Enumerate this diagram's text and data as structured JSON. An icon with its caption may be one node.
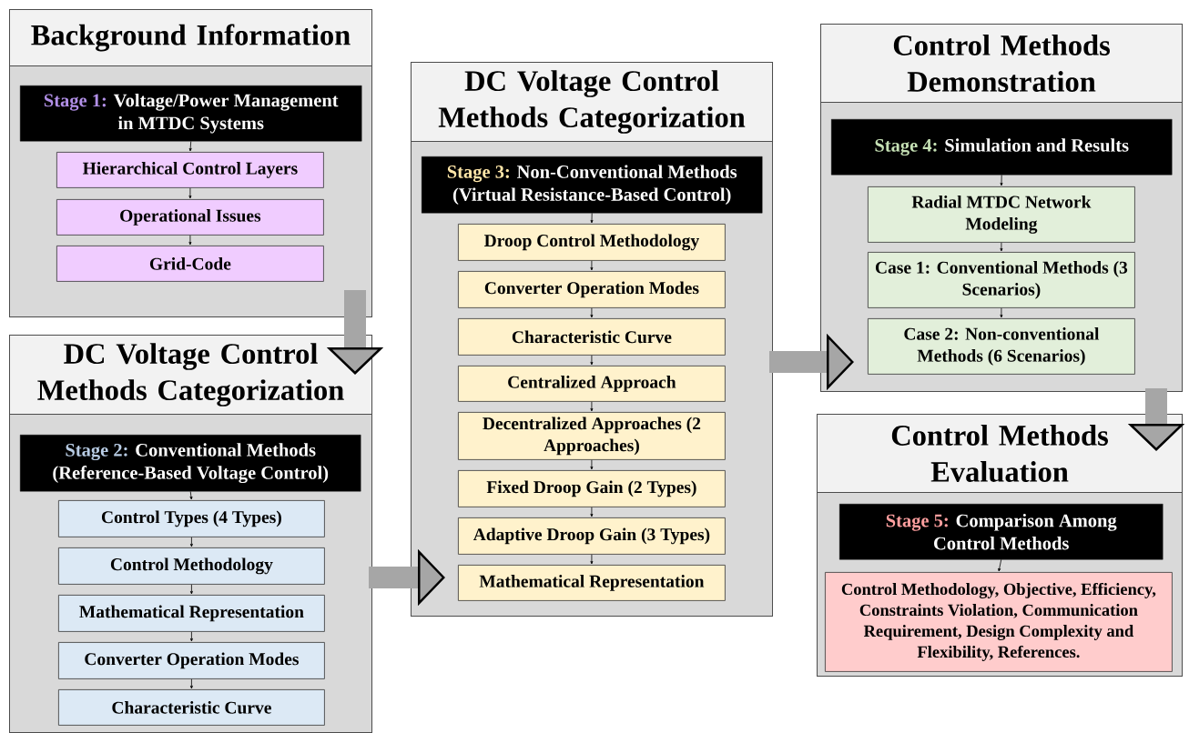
{
  "diagram": {
    "nodes": [
      {
        "text": [
          "Background Information"
        ]
      },
      {
        "text": [
          "Stage 1:",
          "Voltage/Power Management in MTDC Systems"
        ],
        "in": 0
      },
      {
        "text": [
          "Hierarchical Control Layers"
        ],
        "in": 0
      },
      {
        "text": [
          "Operational Issues"
        ],
        "in": 0
      },
      {
        "text": [
          "Grid-Code"
        ],
        "in": 0
      },
      {
        "text": [
          "DC Voltage Control Methods Categorization"
        ]
      },
      {
        "text": [
          "Stage 2:",
          "Conventional Methods (Reference-Based Voltage Control)"
        ],
        "in": 5
      },
      {
        "text": [
          "Control Types (4 Types)"
        ],
        "in": 5
      },
      {
        "text": [
          "Control Methodology"
        ],
        "in": 5
      },
      {
        "text": [
          "Mathematical Representation"
        ],
        "in": 5
      },
      {
        "text": [
          "Converter Operation Modes"
        ],
        "in": 5
      },
      {
        "text": [
          "Characteristic Curve"
        ],
        "in": 5
      },
      {
        "text": [
          "DC Voltage Control Methods Categorization"
        ]
      },
      {
        "text": [
          "Stage 3:",
          "Non-Conventional Methods (Virtual Resistance-Based Control)"
        ],
        "in": 12
      },
      {
        "text": [
          "Droop Control Methodology"
        ],
        "in": 12
      },
      {
        "text": [
          "Converter Operation Modes"
        ],
        "in": 12
      },
      {
        "text": [
          "Characteristic Curve"
        ],
        "in": 12
      },
      {
        "text": [
          "Centralized Approach"
        ],
        "in": 12
      },
      {
        "text": [
          "Decentralized Approaches (2 Approaches)"
        ],
        "in": 12
      },
      {
        "text": [
          "Fixed Droop Gain (2 Types)"
        ],
        "in": 12
      },
      {
        "text": [
          "Adaptive Droop Gain (3 Types)"
        ],
        "in": 12
      },
      {
        "text": [
          "Mathematical Representation"
        ],
        "in": 12
      },
      {
        "text": [
          "Control Methods Demonstration"
        ]
      },
      {
        "text": [
          "Stage 4:",
          "Simulation and Results"
        ],
        "in": 22
      },
      {
        "text": [
          "Radial MTDC Network Modeling"
        ],
        "in": 22
      },
      {
        "text": [
          "Case 1: Conventional Methods (3 Scenarios)"
        ],
        "in": 22
      },
      {
        "text": [
          "Case 2: Non-conventional Methods (6 Scenarios)"
        ],
        "in": 22
      },
      {
        "text": [
          "Control Methods Evaluation"
        ]
      },
      {
        "text": [
          "Stage 5:",
          "Comparison Among Control Methods"
        ],
        "in": 27
      },
      {
        "text": [
          "Control Methodology, Objective, Efficiency, Constraints Violation, Communication Requirement, Design Complexity and Flexibility, References."
        ],
        "in": 27
      }
    ],
    "edges": [
      {
        "from": 1,
        "to": 2,
        "arrow": "to"
      },
      {
        "from": 2,
        "to": 3,
        "arrow": "to"
      },
      {
        "from": 3,
        "to": 4,
        "arrow": "to"
      },
      {
        "from": 6,
        "to": 7,
        "arrow": "to"
      },
      {
        "from": 7,
        "to": 8,
        "arrow": "to"
      },
      {
        "from": 8,
        "to": 9,
        "arrow": "to"
      },
      {
        "from": 9,
        "to": 10,
        "arrow": "to"
      },
      {
        "from": 10,
        "to": 11,
        "arrow": "to"
      },
      {
        "from": 13,
        "to": 14,
        "arrow": "to"
      },
      {
        "from": 14,
        "to": 15,
        "arrow": "to"
      },
      {
        "from": 15,
        "to": 16,
        "arrow": "to"
      },
      {
        "from": 16,
        "to": 17,
        "arrow": "to"
      },
      {
        "from": 17,
        "to": 18,
        "arrow": "to"
      },
      {
        "from": 18,
        "to": 19,
        "arrow": "to"
      },
      {
        "from": 19,
        "to": 20,
        "arrow": "to"
      },
      {
        "from": 20,
        "to": 21,
        "arrow": "to"
      },
      {
        "from": 23,
        "to": 24,
        "arrow": "to"
      },
      {
        "from": 24,
        "to": 25,
        "arrow": "to"
      },
      {
        "from": 25,
        "to": 26,
        "arrow": "to"
      },
      {
        "from": 28,
        "to": 29,
        "arrow": "to"
      },
      {
        "from": 0,
        "to": 5,
        "arrow": "to",
        "style": "thick",
        "color": "#a6a6a6"
      },
      {
        "from": 5,
        "to": 12,
        "arrow": "to",
        "style": "thick",
        "color": "#a6a6a6"
      },
      {
        "from": 12,
        "to": 22,
        "arrow": "to",
        "style": "thick",
        "color": "#a6a6a6"
      },
      {
        "from": 22,
        "to": 27,
        "arrow": "to",
        "style": "thick",
        "color": "#a6a6a6"
      }
    ]
  }
}
